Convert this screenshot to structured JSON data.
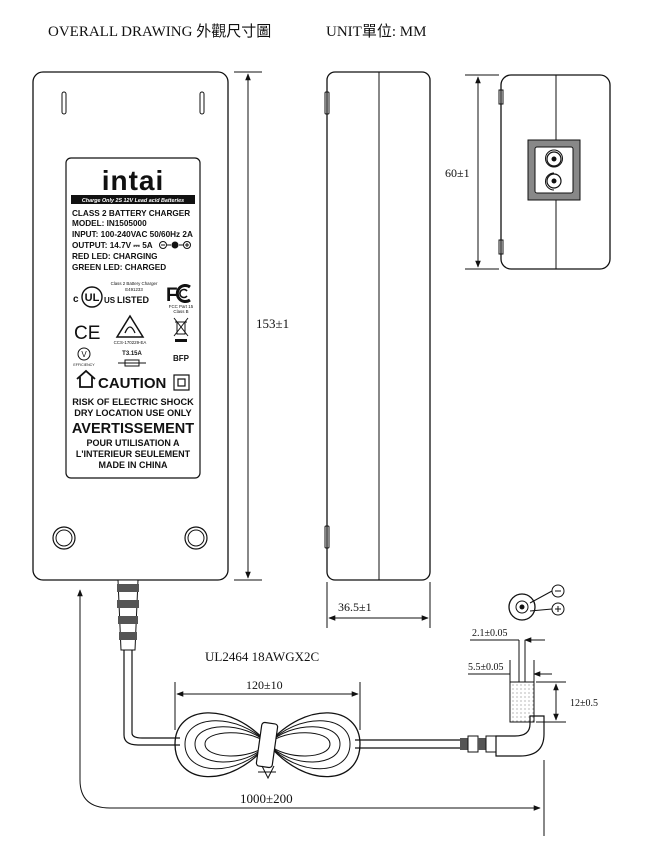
{
  "header": {
    "title": "OVERALL DRAWING 外觀尺寸圖",
    "unit": "UNIT單位: MM"
  },
  "label": {
    "brand": "intai",
    "tagline": "Charge Only 2S 12V Lead acid Batteries",
    "specs": [
      "CLASS 2 BATTERY CHARGER",
      "MODEL: IN1505000",
      "INPUT: 100-240VAC 50/60Hz  2A",
      "OUTPUT: 14.7V ⎓ 5A",
      "RED LED: CHARGING",
      "GREEN LED: CHARGED"
    ],
    "ul_c": "c",
    "ul_us": "US",
    "ul_listed": "LISTED",
    "ul_class_1": "Class 2 Battery Charger",
    "ul_class_2": "E491233",
    "fcc_1": "FCC Part 15",
    "fcc_2": "Class B",
    "ce": "CE",
    "rcm_code": "CCS-170229-EA",
    "efficiency": "V",
    "efficiency_label": "EFFICIENCY",
    "fuse": "T3.15A",
    "bfp": "BFP",
    "caution": "CAUTION",
    "warnings": [
      "RISK OF ELECTRIC SHOCK",
      "DRY LOCATION USE ONLY"
    ],
    "avertissement": "AVERTISSEMENT",
    "french": [
      "POUR UTILISATION A",
      "L'INTERIEUR SEULEMENT",
      "MADE IN CHINA"
    ]
  },
  "dimensions": {
    "length": "153±1",
    "thickness": "36.5±1",
    "width": "60±1",
    "cable_spec": "UL2464 18AWGX2C",
    "coil": "120±10",
    "cable_length": "1000±200",
    "pin": "2.1±0.05",
    "barrel": "5.5±0.05",
    "plug_length": "12±0.5"
  }
}
